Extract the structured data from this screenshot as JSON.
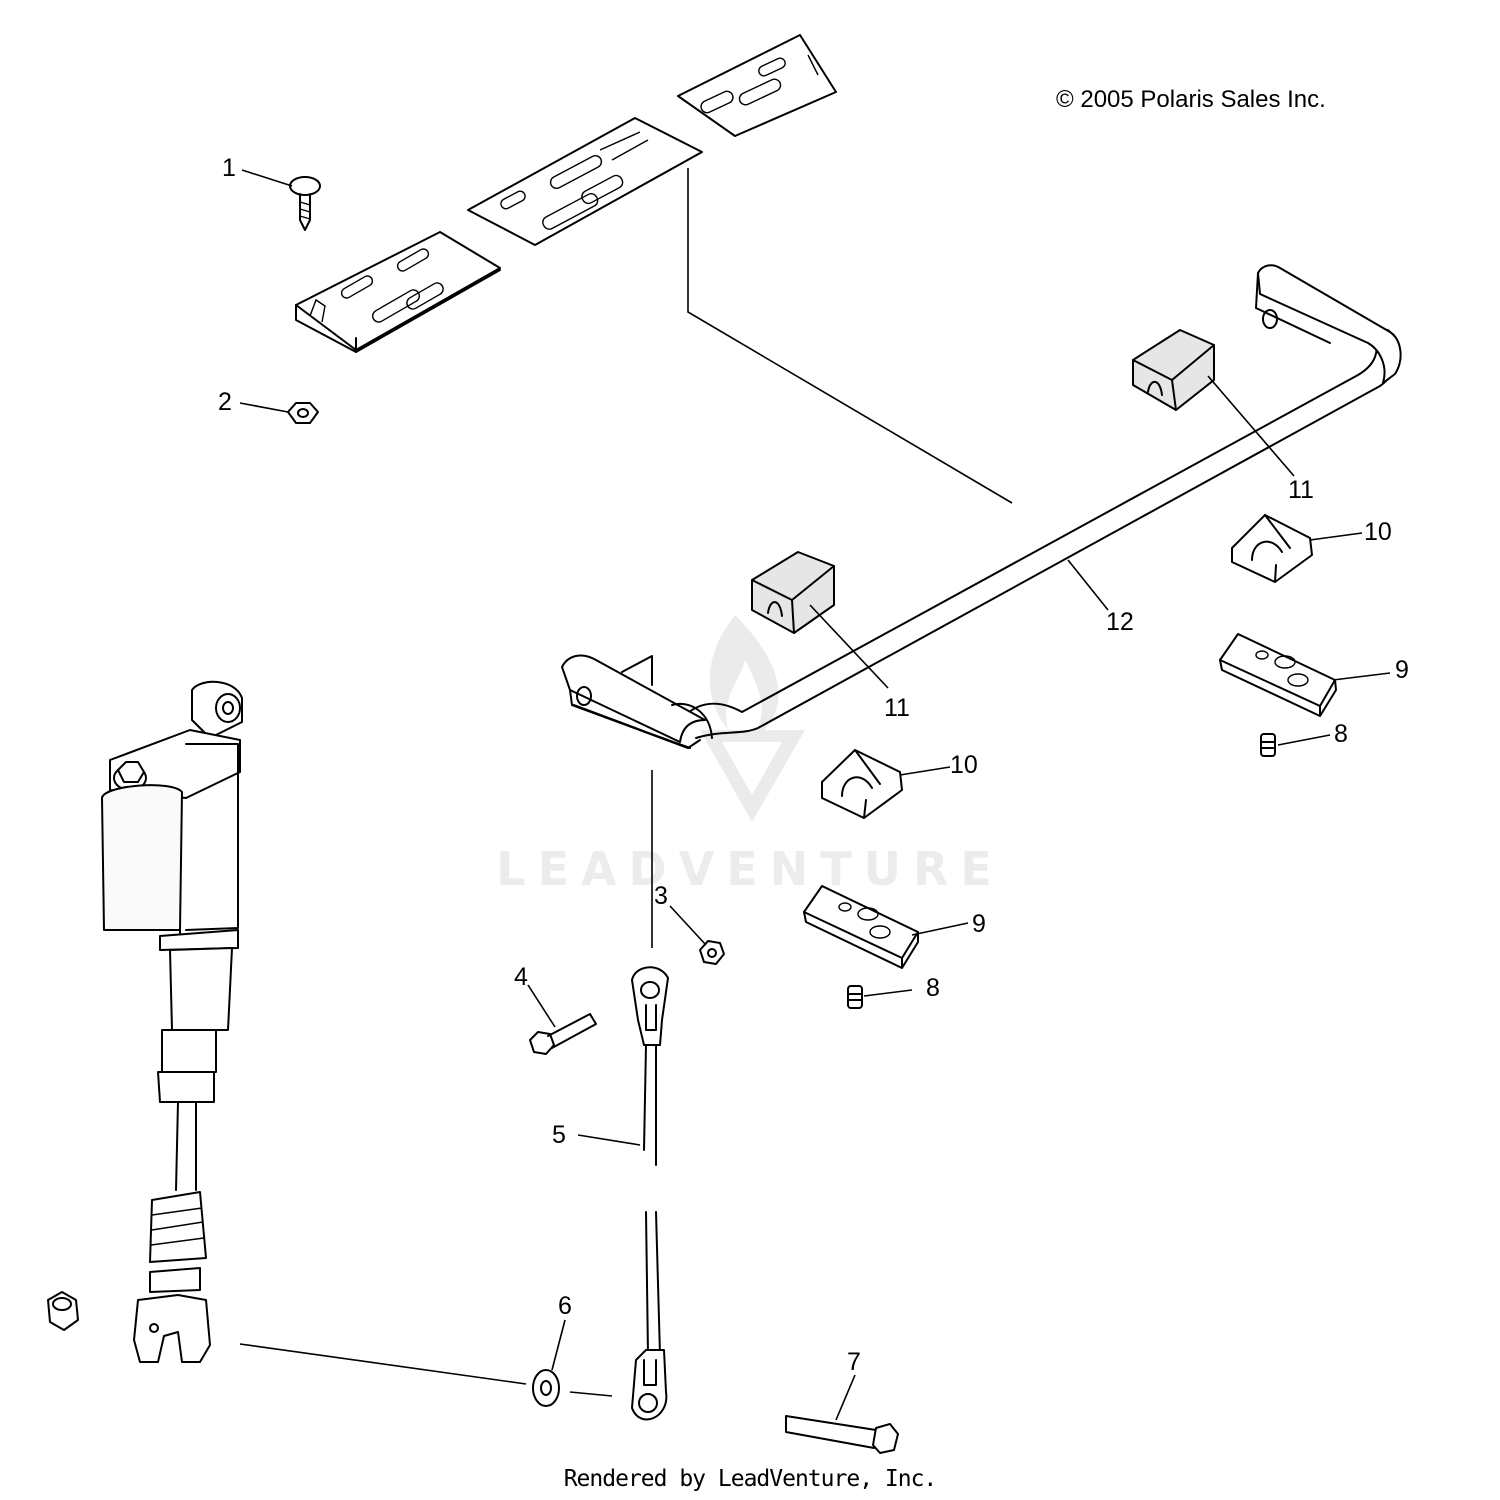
{
  "copyright": "© 2005 Polaris Sales Inc.",
  "footer": "Rendered by LeadVenture, Inc.",
  "watermark": "LEADVENTURE",
  "callouts": {
    "c1": "1",
    "c2": "2",
    "c3": "3",
    "c4": "4",
    "c5": "5",
    "c6": "6",
    "c7": "7",
    "c8a": "8",
    "c8b": "8",
    "c9a": "9",
    "c9b": "9",
    "c10a": "10",
    "c10b": "10",
    "c11a": "11",
    "c11b": "11",
    "c12": "12"
  }
}
